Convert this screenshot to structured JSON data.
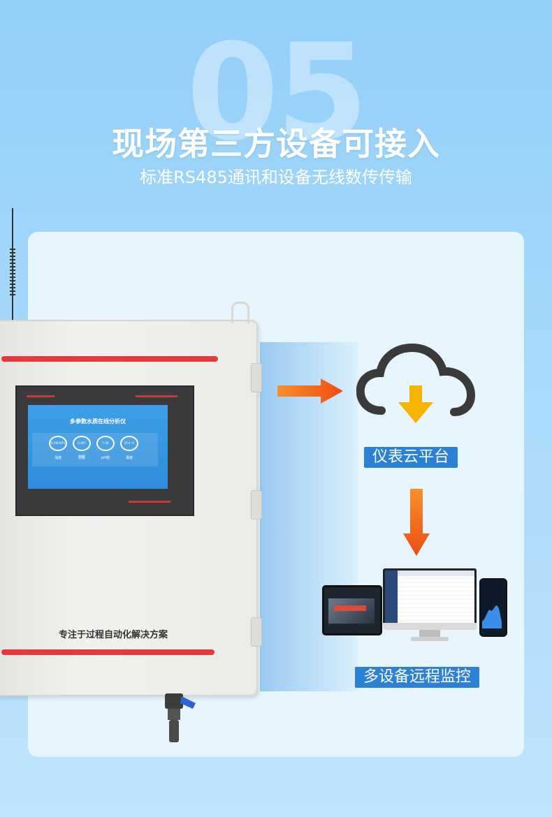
{
  "header": {
    "number": "05",
    "title": "现场第三方设备可接入",
    "subtitle": "标准RS485通讯和设备无线数传传输"
  },
  "device": {
    "screen_title": "多参数水质在线分析仪",
    "gauges": [
      {
        "value": "0.236 NTU",
        "label": "浊度"
      },
      {
        "value": "0.367 mg/L",
        "label": "余氯"
      },
      {
        "value": "7.06",
        "label": "pH值"
      },
      {
        "value": "25.4 ℃",
        "label": "温度"
      }
    ],
    "caption": "专注于过程自动化解决方案"
  },
  "flow": {
    "cloud_label": "仪表云平台",
    "devices_label": "多设备远程监控"
  },
  "colors": {
    "accent_blue": "#2b82d4",
    "arrow_orange": "#f05a14",
    "cloud_arrow": "#f5b400",
    "stripe_red": "#e23a3a"
  }
}
